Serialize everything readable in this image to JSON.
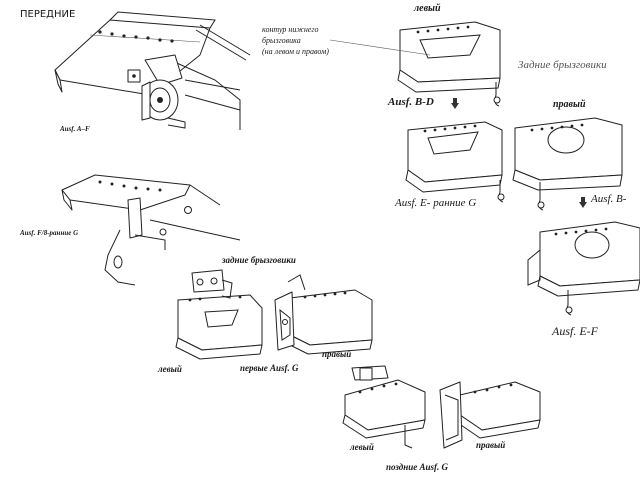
{
  "labels": {
    "front_title": "ПЕРЕДНИЕ",
    "front_a_f": "Ausf. A–F",
    "front_f8_early_g": "Ausf. F/8-ранние G",
    "contour_line1": "контур нижнего",
    "contour_line2": "брызговика",
    "contour_line3": "(на левом и правом)",
    "rear_left": "левый",
    "rear_title": "Задние брызговики",
    "rear_b_d": "Ausf. B-D",
    "rear_right": "правый",
    "rear_b_right": "Ausf. B-",
    "rear_e_early_g": "Ausf. E- ранние G",
    "rear_e_f": "Ausf. E-F",
    "g_rear_title": "задние брызговики",
    "g_left": "левый",
    "g_first_g": "первые Ausf. G",
    "g_right": "правый",
    "late_left": "левый",
    "late_right": "правый",
    "late_g": "поздние Ausf. G"
  }
}
